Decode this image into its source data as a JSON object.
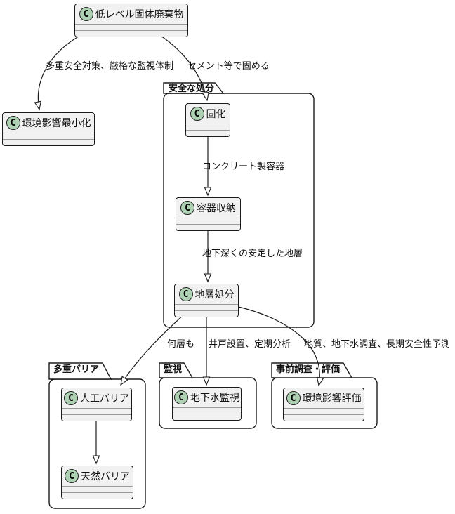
{
  "diagram": {
    "icon_letter": "C",
    "colors": {
      "background": "#FFFFFF",
      "class_fill": "#F1F1F1",
      "border": "#181818",
      "circle_fill": "#ADD1B2"
    },
    "classes": {
      "waste": "低レベル固体廃棄物",
      "env_min": "環境影響最小化",
      "solidify": "固化",
      "container": "容器収納",
      "geo": "地層処分",
      "artificial": "人工バリア",
      "natural": "天然バリア",
      "groundwater": "地下水監視",
      "env_assess": "環境影響評価"
    },
    "packages": {
      "safe": "安全な処分",
      "multi": "多重バリア",
      "monitor": "監視",
      "survey": "事前調査・評価"
    },
    "edge_labels": {
      "to_env_min": "多重安全対策、厳格な監視体制",
      "to_solidify": "セメント等で固める",
      "to_container": "コンクリート製容器",
      "to_geo": "地下深くの安定した地層",
      "to_artificial": "何層も",
      "to_groundwater": "井戸設置、定期分析",
      "to_env_assess": "地質、地下水調査、長期安全性予測"
    }
  }
}
